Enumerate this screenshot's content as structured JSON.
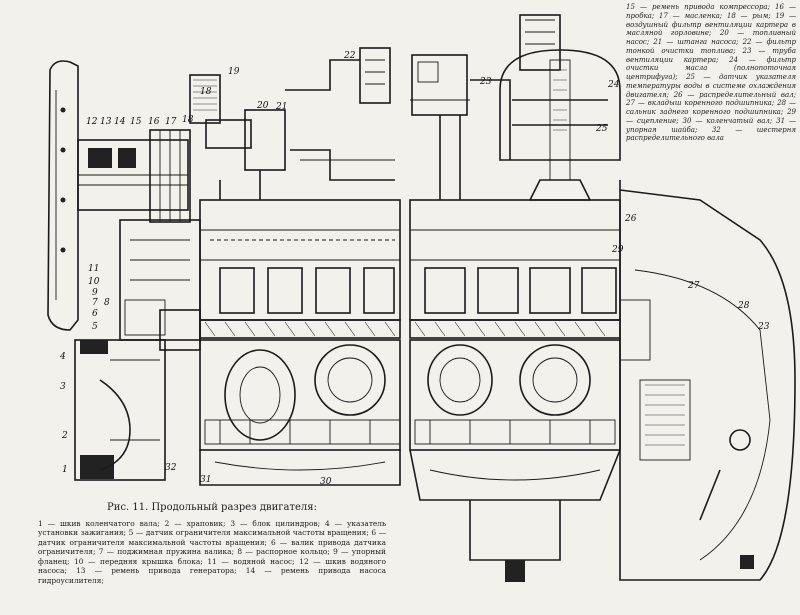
{
  "figure": {
    "title": "Рис. 11. Продольный разрез двигателя:",
    "caption_left": "1 — шкив коленчатого вала; 2 — храповик; 3 — блок цилиндров; 4 — указатель установки зажигания; 5 — датчик ограничителя максимальной частоты вращения; 6 — датчик ограничителя максимальной частоты вращения; 6 — валик привода датчика ограничителя; 7 — поджимная пружина валика; 8 — распорное кольцо; 9 — упорный фланец; 10 — передняя крышка блока; 11 — водяной насос; 12 — шкив водяного насоса; 13 — ремень привода генератора; 14 — ремень привода насоса гидроусилителя;",
    "caption_right": "15 — ремень привода компрессора; 16 — пробка; 17 — масленка; 18 — рым; 19 — воздушный фильтр вентиляции картера в масляной горловине; 20 — топливный насос; 21 — штанга насоса; 22 — фильтр тонкой очистки топлива; 23 — труба вентиляции картера; 24 — фильтр очистки масла (полнопоточная центрифуга); 25 — датчик указателя температуры воды в системе охлаждения двигателя; 26 — распределительный вал; 27 — вкладыш коренного подшипника; 28 — сальник заднего коренного подшипника; 29 — сцепление; 30 — коленчатый вал; 31 — упорная шайба; 32 — шестерня распределительного вала"
  },
  "callouts": {
    "n1": "1",
    "n2": "2",
    "n3": "3",
    "n4": "4",
    "n5": "5",
    "n6": "6",
    "n7": "7",
    "n8": "8",
    "n9": "9",
    "n10": "10",
    "n11": "11",
    "n12": "12",
    "n13": "13",
    "n14": "14",
    "n15": "15",
    "n16": "16",
    "n17": "17",
    "n18": "18",
    "n19": "19",
    "n20": "20",
    "n21": "21",
    "n22": "22",
    "n23": "23",
    "n24": "24",
    "n25": "25",
    "n26": "26",
    "n27": "27",
    "n28": "28",
    "n29": "29",
    "n30": "30",
    "n31": "31",
    "n32": "32",
    "n18b": "18",
    "n23b": "23"
  }
}
